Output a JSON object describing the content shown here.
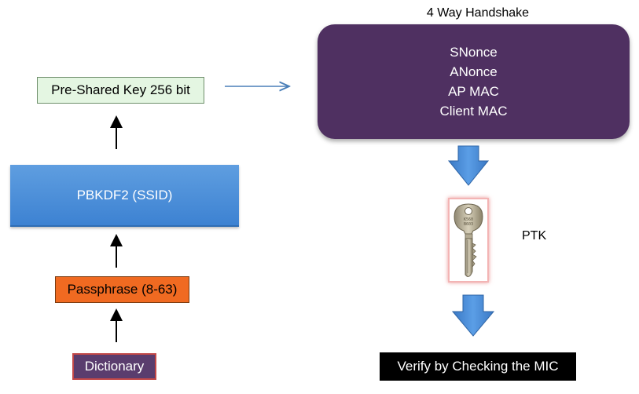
{
  "left_column": {
    "psk_label": "Pre-Shared Key 256 bit",
    "pbkdf2_label": "PBKDF2 (SSID)",
    "passphrase_label": "Passphrase (8-63)",
    "dictionary_label": "Dictionary"
  },
  "right_column": {
    "handshake_title": "4 Way Handshake",
    "handshake_items": [
      "SNonce",
      "ANonce",
      "AP MAC",
      "Client MAC"
    ],
    "ptk_label": "PTK",
    "verify_label": "Verify by Checking the MIC"
  },
  "colors": {
    "psk_fill": "#e4f6e2",
    "pbkdf2_fill": "#4a8fd8",
    "passphrase_fill": "#f06a21",
    "dictionary_fill": "#5a3d6e",
    "handshake_fill": "#4f3061",
    "arrow_blue": "#3f86d6",
    "verify_fill": "#000000"
  },
  "icons": {
    "ptk_image": "key-icon",
    "flow_up": "up-arrow-icon",
    "flow_right": "right-arrow-icon",
    "flow_down": "down-arrow-icon"
  }
}
